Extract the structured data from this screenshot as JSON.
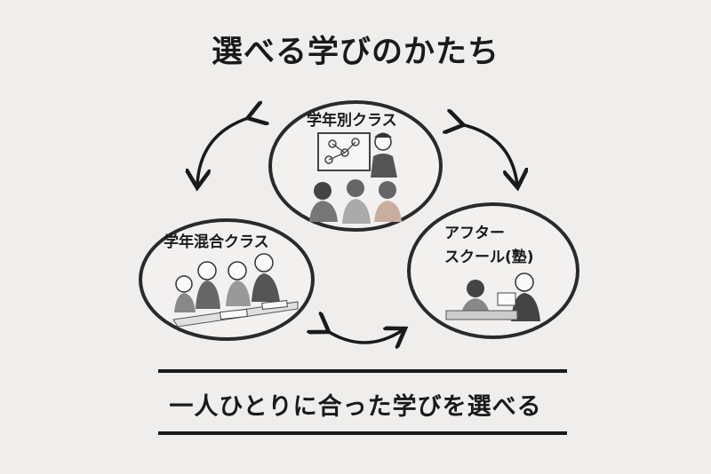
{
  "title": "選べる学びのかたち",
  "circles": [
    {
      "label": "学年別クラス"
    },
    {
      "label": "学年混合クラス"
    },
    {
      "label_line1": "アフター",
      "label_line2": "スクール(塾)"
    }
  ],
  "tagline": "一人ひとりに合った学びを選べる",
  "colors": {
    "background": "#efeeed",
    "ink": "#1a1a1a"
  }
}
